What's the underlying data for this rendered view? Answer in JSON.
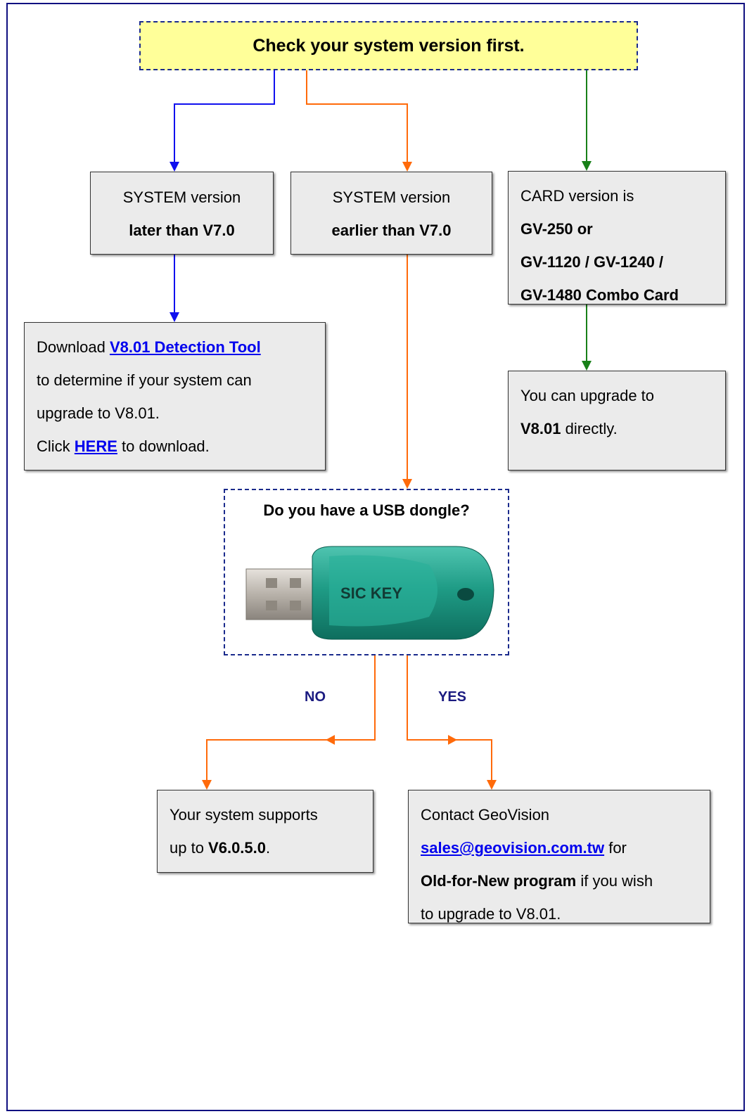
{
  "header": {
    "title": "Check your system version first."
  },
  "boxes": {
    "later": {
      "line1": "SYSTEM version",
      "line2": "later than V7.0"
    },
    "earlier": {
      "line1": "SYSTEM version",
      "line2": "earlier than V7.0"
    },
    "card": {
      "line1": "CARD version is",
      "line2": "GV-250 or",
      "line3": "GV-1120 / GV-1240 /",
      "line4": "GV-1480 Combo Card"
    },
    "detection": {
      "line1_prefix": "Download ",
      "line1_link": "V8.01 Detection Tool",
      "line2": "to determine if your system can",
      "line3": "upgrade to V8.01.",
      "line4_prefix": "Click ",
      "line4_link": "HERE",
      "line4_suffix": " to download."
    },
    "upgrade": {
      "line1": "You can upgrade to",
      "line2_bold": "V8.01",
      "line2_rest": " directly."
    },
    "dongle": {
      "question": "Do you have a USB dongle?",
      "key_label": "SIC KEY"
    },
    "supports": {
      "line1": "Your system supports",
      "line2_prefix": "up to ",
      "line2_bold": "V6.0.5.0",
      "line2_suffix": "."
    },
    "contact": {
      "line1": "Contact GeoVision",
      "line2_link": "sales@geovision.com.tw",
      "line2_suffix": " for",
      "line3_bold": "Old-for-New program",
      "line3_suffix": " if you wish",
      "line4": "to upgrade to V8.01."
    }
  },
  "branches": {
    "no": "NO",
    "yes": "YES"
  },
  "colors": {
    "blue_path": "#1010ee",
    "orange_path": "#ff6a0a",
    "green_path": "#188018",
    "header_fill": "#ffff99",
    "box_fill": "#ebebeb",
    "dashed_border": "#1a2a8c",
    "branch_label": "#1a1a80",
    "link": "#0000ee"
  }
}
